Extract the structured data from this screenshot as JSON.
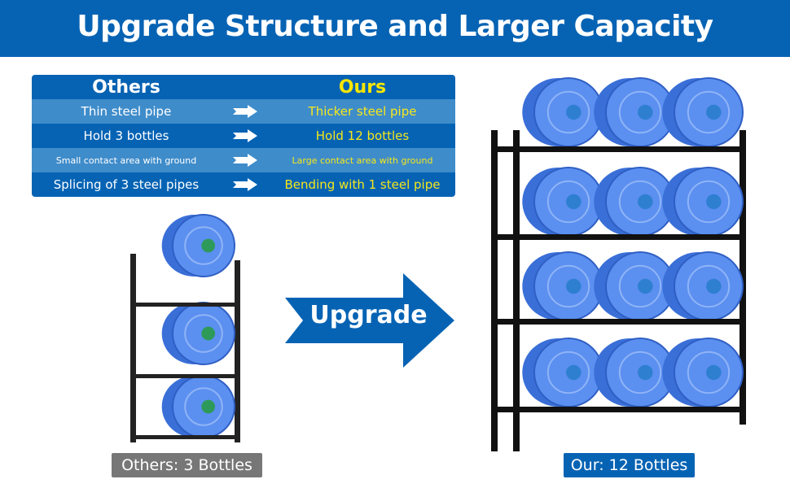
{
  "title": "Upgrade Structure and Larger Capacity",
  "comparison": {
    "header": {
      "others": "Others",
      "ours": "Ours"
    },
    "rows": [
      {
        "others": "Thin steel pipe",
        "ours": "Thicker steel pipe"
      },
      {
        "others": "Hold 3 bottles",
        "ours": "Hold 12 bottles"
      },
      {
        "others": "Small contact area with ground",
        "ours": "Large contact area with ground"
      },
      {
        "others": "Splicing of 3 steel pipes",
        "ours": "Bending with 1 steel pipe"
      }
    ]
  },
  "upgrade_label": "Upgrade",
  "others_caption": "Others: 3 Bottles",
  "ours_caption": "Our: 12 Bottles",
  "colors": {
    "brand_blue": "#0663b4",
    "light_row": "#3f8cca",
    "highlight_yellow": "#f7e600",
    "caption_grey": "#777777"
  }
}
